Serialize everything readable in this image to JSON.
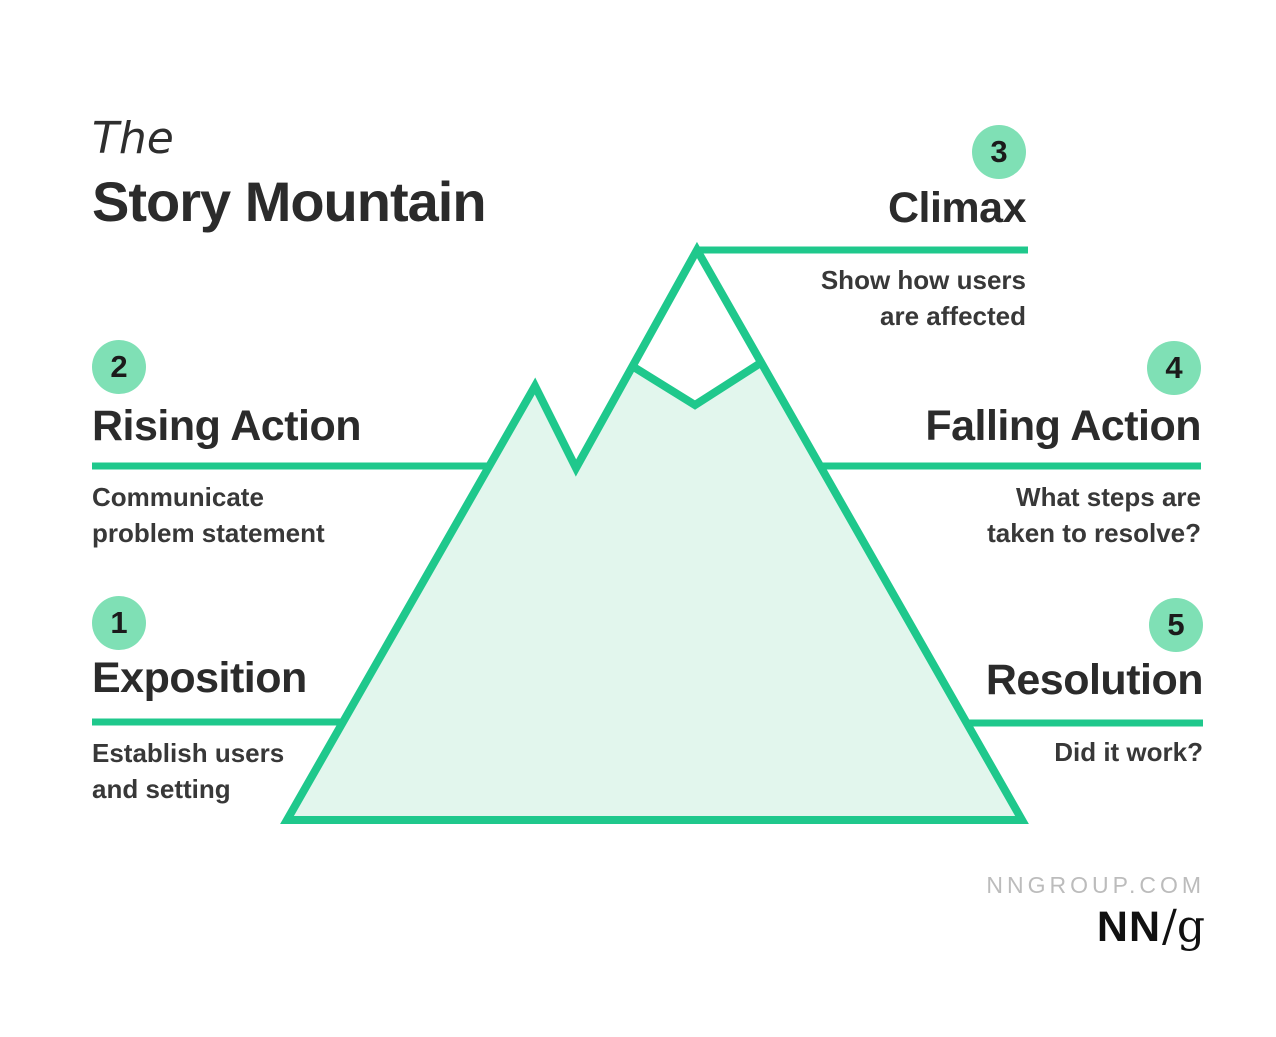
{
  "title": {
    "pre": "The",
    "main": "Story Mountain"
  },
  "stages": [
    {
      "num": "1",
      "name": "Exposition",
      "desc": "Establish users\nand setting"
    },
    {
      "num": "2",
      "name": "Rising Action",
      "desc": "Communicate\nproblem statement"
    },
    {
      "num": "3",
      "name": "Climax",
      "desc": "Show how users\nare affected"
    },
    {
      "num": "4",
      "name": "Falling Action",
      "desc": "What steps are\ntaken to resolve?"
    },
    {
      "num": "5",
      "name": "Resolution",
      "desc": "Did it work?"
    }
  ],
  "footer": {
    "site": "NNGROUP.COM",
    "logo_nn": "NN",
    "logo_g": "/g"
  },
  "colors": {
    "accent_green": "#1fc88c",
    "badge_green": "#7fe0b5",
    "mountain_fill": "#e2f6ed",
    "snow_white": "#ffffff",
    "text_dark": "#2b2b2b",
    "footer_gray": "#bcbcbc"
  }
}
